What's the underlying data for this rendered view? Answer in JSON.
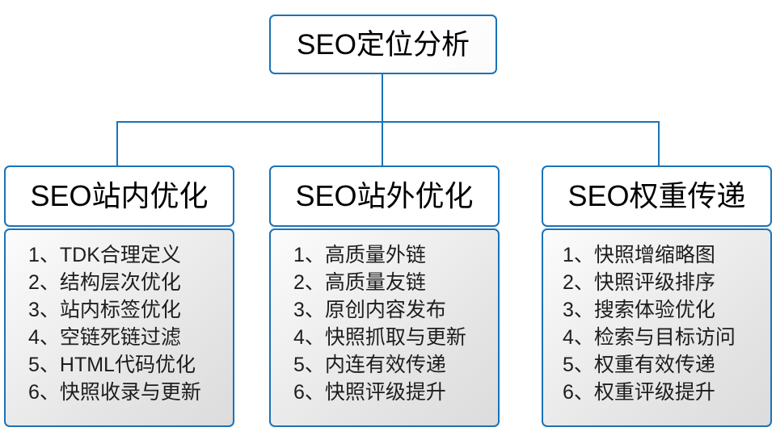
{
  "diagram": {
    "type": "org-chart",
    "root": {
      "label": "SEO定位分析"
    },
    "accent_color": "#1a72b8",
    "branches": [
      {
        "header": "SEO站内优化",
        "items": [
          "1、TDK合理定义",
          "2、结构层次优化",
          "3、站内标签优化",
          "4、空链死链过滤",
          "5、HTML代码优化",
          "6、快照收录与更新"
        ]
      },
      {
        "header": "SEO站外优化",
        "items": [
          "1、高质量外链",
          "2、高质量友链",
          "3、原创内容发布",
          "4、快照抓取与更新",
          "5、内连有效传递",
          "6、快照评级提升"
        ]
      },
      {
        "header": "SEO权重传递",
        "items": [
          "1、快照增缩略图",
          "2、快照评级排序",
          "3、搜索体验优化",
          "4、检索与目标访问",
          "5、权重有效传递",
          "6、权重评级提升"
        ]
      }
    ]
  }
}
